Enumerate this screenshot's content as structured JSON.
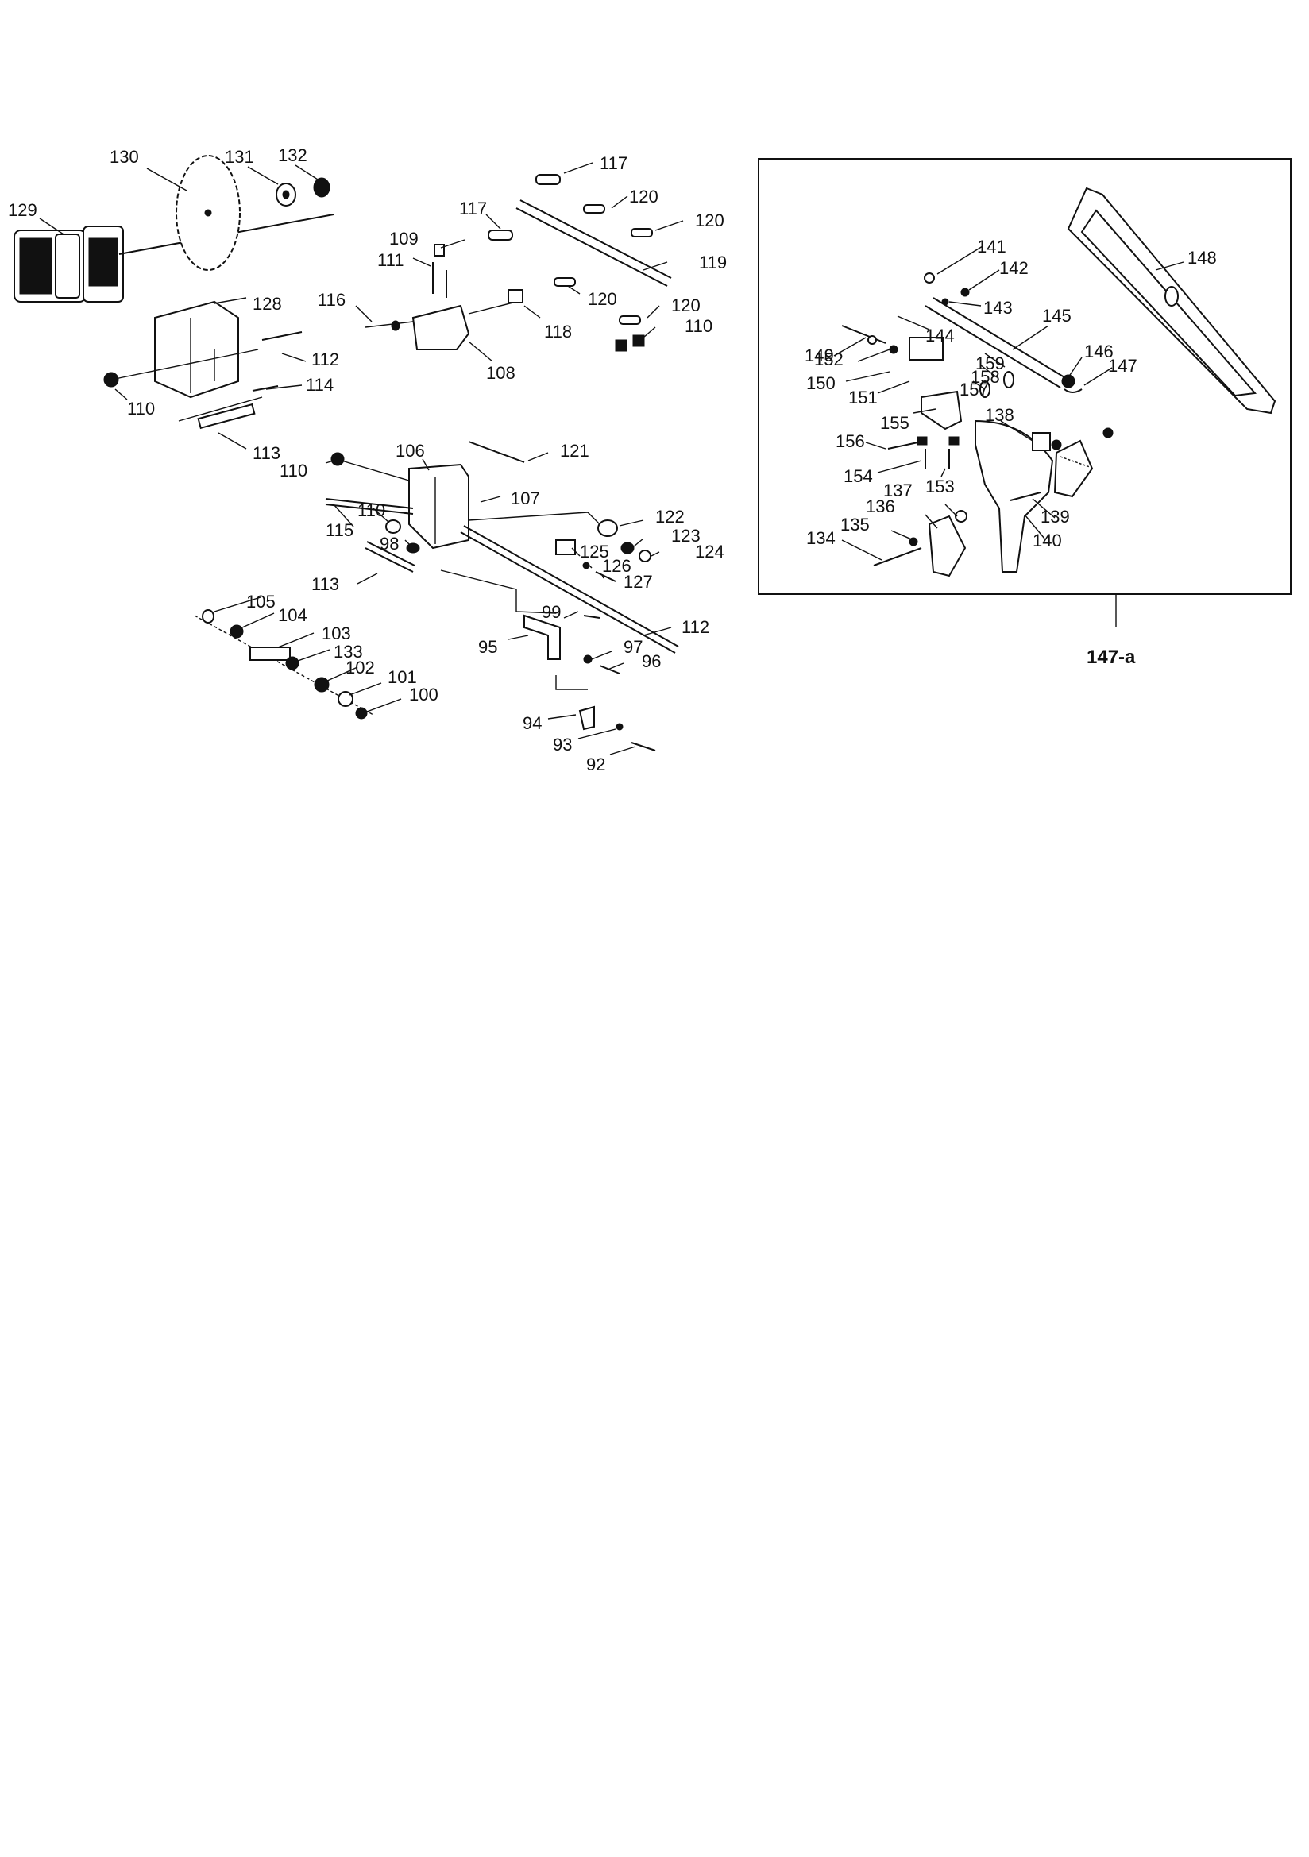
{
  "labels": {
    "l92": "92",
    "l93": "93",
    "l94": "94",
    "l95": "95",
    "l96": "96",
    "l97": "97",
    "l98": "98",
    "l99": "99",
    "l100": "100",
    "l101": "101",
    "l102": "102",
    "l103": "103",
    "l104": "104",
    "l105": "105",
    "l106": "106",
    "l107": "107",
    "l108": "108",
    "l109": "109",
    "l110a": "110",
    "l110b": "110",
    "l110c": "110",
    "l110d": "110",
    "l111": "111",
    "l112a": "112",
    "l112b": "112",
    "l113a": "113",
    "l113b": "113",
    "l114": "114",
    "l115": "115",
    "l116": "116",
    "l117a": "117",
    "l117b": "117",
    "l118": "118",
    "l119": "119",
    "l120a": "120",
    "l120b": "120",
    "l120c": "120",
    "l120d": "120",
    "l121": "121",
    "l122": "122",
    "l123": "123",
    "l124": "124",
    "l125": "125",
    "l126": "126",
    "l127": "127",
    "l128": "128",
    "l129": "129",
    "l130": "130",
    "l131": "131",
    "l132": "132",
    "l133": "133",
    "l134": "134",
    "l135": "135",
    "l136": "136",
    "l137": "137",
    "l138": "138",
    "l139": "139",
    "l140": "140",
    "l141": "141",
    "l142": "142",
    "l143": "143",
    "l144": "144",
    "l145": "145",
    "l146": "146",
    "l147": "147",
    "l148": "148",
    "l149": "149",
    "l150": "150",
    "l151": "151",
    "l152": "152",
    "l153": "153",
    "l154": "154",
    "l155": "155",
    "l156": "156",
    "l157": "157",
    "l158": "158",
    "l159": "159"
  },
  "inset_title": "147-a"
}
